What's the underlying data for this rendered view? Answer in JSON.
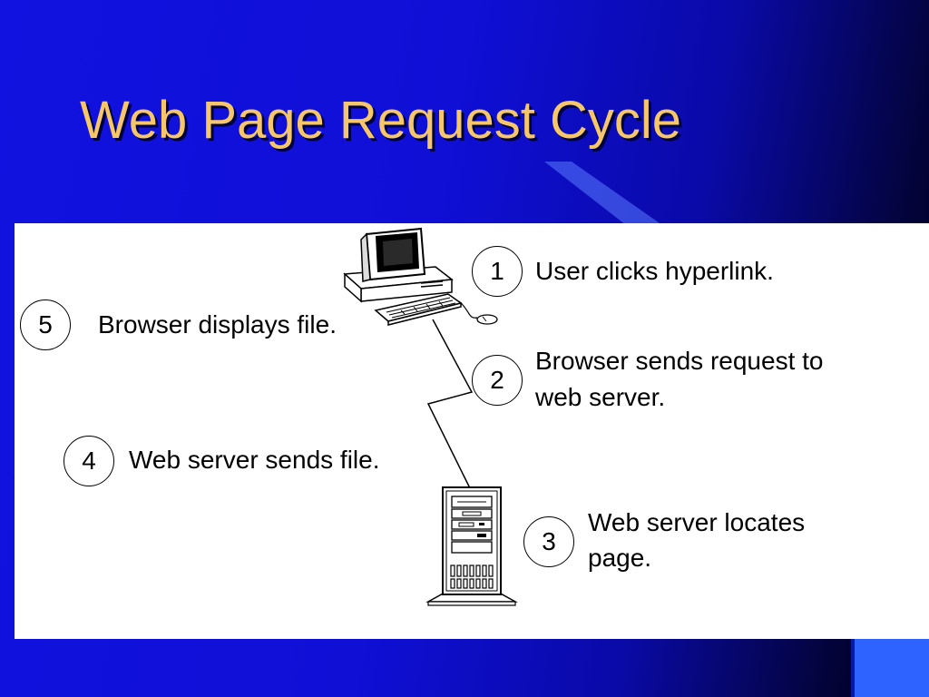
{
  "slide": {
    "title": "Web Page Request Cycle"
  },
  "steps": [
    {
      "number": "1",
      "text": "User clicks hyperlink."
    },
    {
      "number": "2",
      "line1": "Browser sends request to",
      "line2": "web server."
    },
    {
      "number": "3",
      "line1": "Web server locates",
      "line2": "page."
    },
    {
      "number": "4",
      "text": "Web server sends file."
    },
    {
      "number": "5",
      "text": "Browser displays file."
    }
  ],
  "colors": {
    "title": "#f5c66a",
    "background": "#1212e0",
    "panel": "#ffffff",
    "accent_square": "#2f63ff"
  },
  "icons": [
    "desktop-computer-icon",
    "server-tower-icon"
  ]
}
